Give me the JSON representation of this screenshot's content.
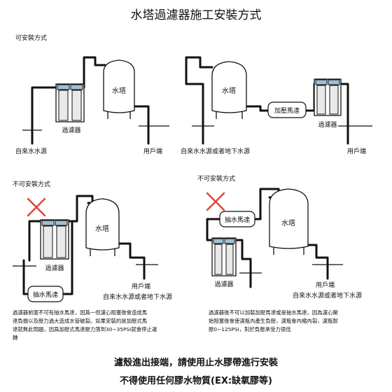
{
  "title": "水塔過濾器施工安裝方式",
  "panels": [
    {
      "heading": "可安裝方式",
      "tank_label": "水塔",
      "filter_label": "過濾器",
      "source_label": "自來水水源",
      "user_label": "用戶端",
      "allowed": true
    },
    {
      "heading": "",
      "tank_label": "水塔",
      "pump_label": "加壓馬達",
      "filter_label": "過濾器",
      "source_label": "自來水水源或者地下水源",
      "user_label": "用戶端",
      "allowed": true
    },
    {
      "heading": "不可安裝方式",
      "tank_label": "水塔",
      "filter_label": "過濾器",
      "pump_label": "抽水馬達",
      "source_label": "自來水水源或者地下水源",
      "user_label": "用戶端",
      "allowed": false,
      "note_lines": [
        "過濾器前面不可有抽水馬達，因爲一但濾心阻塞後會造成馬",
        "達負擔以及壓力過大造成水管破裂。如果安裝的是加壓式馬",
        "達就無此問題，因爲加壓式馬達壓力落到30~35PSI就會停止運",
        "轉"
      ]
    },
    {
      "heading": "不可安裝方式",
      "tank_label": "水塔",
      "pump_label": "抽水馬達",
      "filter_label": "過濾器",
      "user_label": "用戶端",
      "source_label": "自來水水源或者地下水源",
      "allowed": false,
      "note_lines": [
        "過濾器後不可以加裝加壓馬達或是抽水馬達，因為濾心開",
        "始阻塞後會使濾瓶內產生負壓，濾瓶會內縮內裂，濾瓶耐",
        "壓0~125PSI，對於負壓承受力很低"
      ]
    }
  ],
  "footer": {
    "line1": "濾殼進出接端，請使用止水膠帶進行安裝",
    "line2": "不得使用任何膠水物質(EX:缺氧膠等)"
  },
  "colors": {
    "cross": "#e2443a",
    "cartridge_cap": "#9fbfd4",
    "ink": "#111111"
  }
}
